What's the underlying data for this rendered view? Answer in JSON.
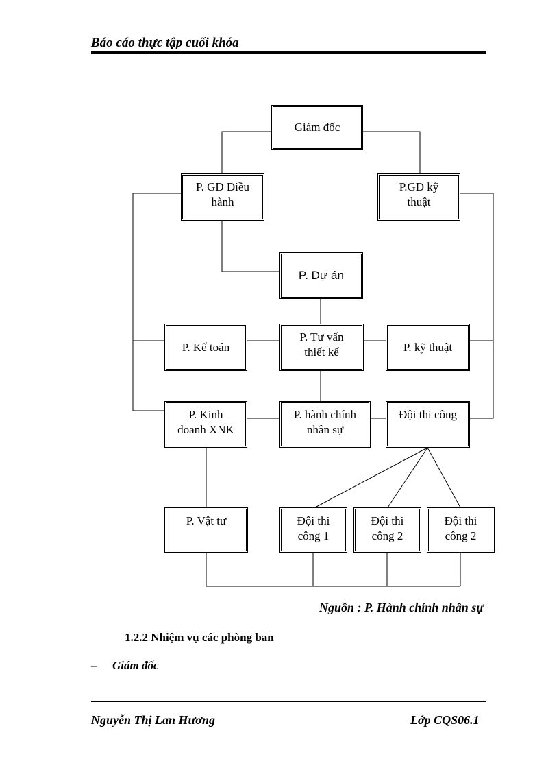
{
  "header": {
    "title": "Báo cáo thực tập cuối khóa"
  },
  "chart": {
    "boxes": {
      "giam_doc": "Giám đốc",
      "pgd_dieu_hanh": "P. GĐ Điều\nhành",
      "pgd_ky_thuat": "P.GĐ kỹ\nthuật",
      "p_du_an": "P. Dự án",
      "p_ke_toan": "P. Kế toán",
      "p_tu_van": "P. Tư vấn\nthiết kế",
      "p_ky_thuat": "P. kỹ thuật",
      "p_kinh_doanh": "P. Kinh\ndoanh XNK",
      "p_hanh_chinh": "P. hành chính\nnhân sự",
      "doi_thi_cong": "Đội thi công",
      "p_vat_tu": "P. Vật tư",
      "doi_1": "Đội thi\ncông 1",
      "doi_2a": "Đội thi\ncông 2",
      "doi_2b": "Đội thi\ncông 2"
    },
    "source": "Nguồn : P. Hành chính nhân sự"
  },
  "section": {
    "heading": "1.2.2 Nhiệm vụ các phòng ban",
    "bullet_mark": "–",
    "bullet_text": "Giám đốc"
  },
  "footer": {
    "author": "Nguyễn Thị Lan Hương",
    "class": "Lớp CQS06.1"
  }
}
